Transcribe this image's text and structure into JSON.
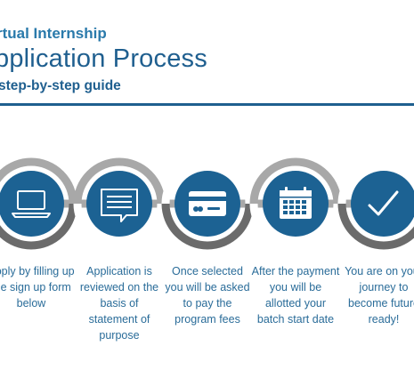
{
  "header": {
    "eyebrow": "rtual Internship",
    "title": "pplication Process",
    "subtitle": "step-by-step guide"
  },
  "colors": {
    "accent": "#1f5f8f",
    "circle": "#1c6293",
    "ring_dark": "#6b6b6b",
    "ring_light": "#a8a8a8",
    "text": "#2a6c99"
  },
  "steps": [
    {
      "icon": "laptop-icon",
      "text": "Apply by filling up the sign up form below"
    },
    {
      "icon": "message-icon",
      "text": "Application is reviewed on the basis of statement of purpose"
    },
    {
      "icon": "credit-card-icon",
      "text": "Once selected you will be asked to pay the program fees"
    },
    {
      "icon": "calendar-icon",
      "text": "After the payment you will be allotted your batch start date"
    },
    {
      "icon": "checkmark-icon",
      "text": "You are on your journey to become future ready!"
    }
  ]
}
